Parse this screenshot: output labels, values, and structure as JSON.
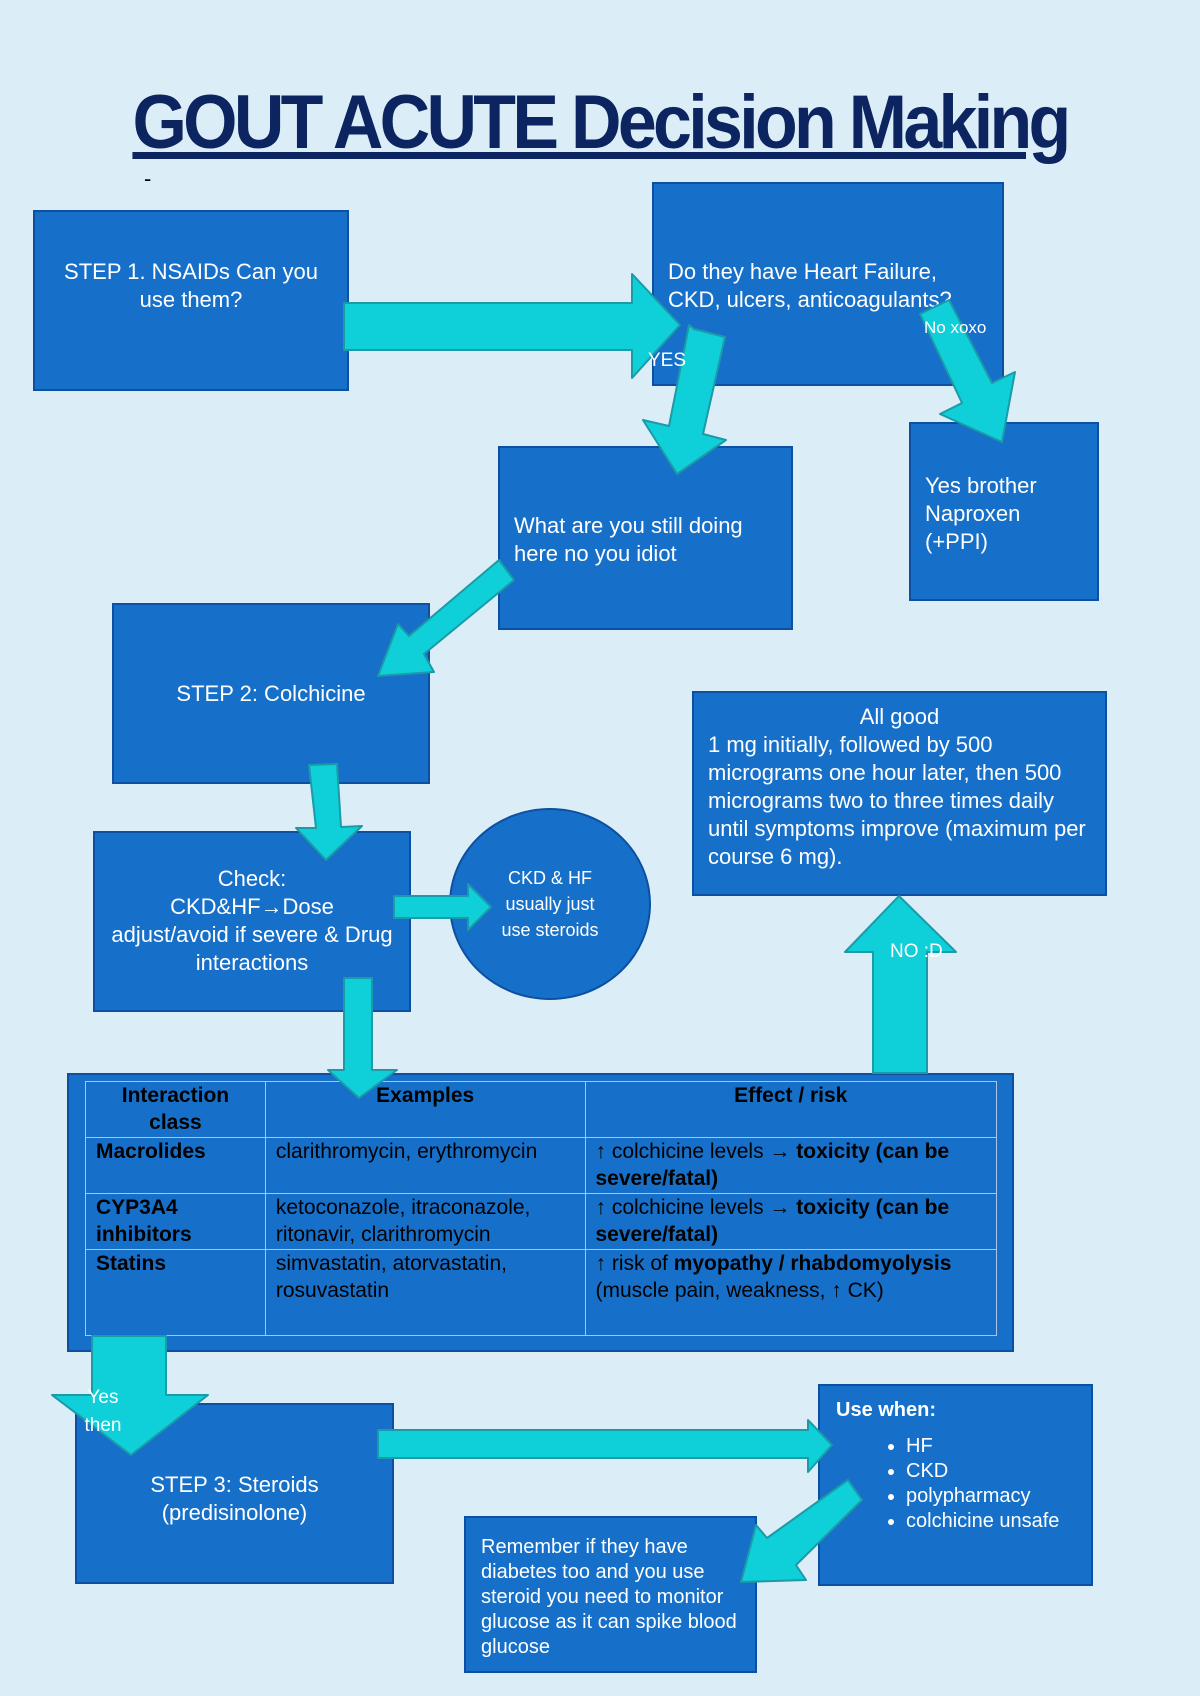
{
  "title": "GOUT ACUTE Decision Making",
  "dash": "-",
  "step1": "STEP 1. NSAIDs Can you use them?",
  "question": "Do they have Heart Failure, CKD, ulcers, anticoagulants?",
  "label_no_xoxo": "No xoxo",
  "label_yes": "YES",
  "still_here": "What are you still doing here no you idiot",
  "yes_brother": [
    "Yes brother",
    "Naproxen",
    "(+PPI)"
  ],
  "step2": "STEP 2: Colchicine",
  "all_good": {
    "heading": "All good",
    "text": "1 mg initially, followed by 500 micrograms one hour later, then 500 micrograms two to three times daily until symptoms improve (maximum per course 6 mg)."
  },
  "check": [
    "Check:",
    "CKD&HF→Dose adjust/avoid if severe & Drug interactions"
  ],
  "ckd_hf_circle": "CKD & HF usually just use steroids",
  "label_no_d": "NO :D",
  "table": {
    "headers": [
      "Interaction class",
      "Examples",
      "Effect / risk"
    ],
    "rows": [
      {
        "cls": "Macrolides",
        "ex": "clarithromycin, erythromycin",
        "pre": "↑ colchicine levels → ",
        "bold": "toxicity (can be severe/fatal)",
        "post": ""
      },
      {
        "cls": "CYP3A4 inhibitors",
        "ex": "ketoconazole, itraconazole, ritonavir, clarithromycin",
        "pre": "↑ colchicine levels → ",
        "bold": "toxicity (can be severe/fatal)",
        "post": ""
      },
      {
        "cls": "Statins",
        "ex": "simvastatin, atorvastatin, rosuvastatin",
        "pre": "↑ risk of ",
        "bold": "myopathy / rhabdomyolysis",
        "post": " (muscle pain, weakness, ↑ CK)"
      }
    ]
  },
  "label_yes_then": "Yes then",
  "step3": "STEP 3: Steroids (predisinolone)",
  "use_when": {
    "heading": "Use when:",
    "items": [
      "HF",
      "CKD",
      "polypharmacy",
      "colchicine unsafe"
    ]
  },
  "remember": "Remember if they have diabetes too and you use steroid you need to monitor glucose as it can spike blood glucose",
  "colors": {
    "background": "#dbeef8",
    "box": "#1670c9",
    "arrow": "#0fcfd8",
    "title": "#0c2460"
  }
}
